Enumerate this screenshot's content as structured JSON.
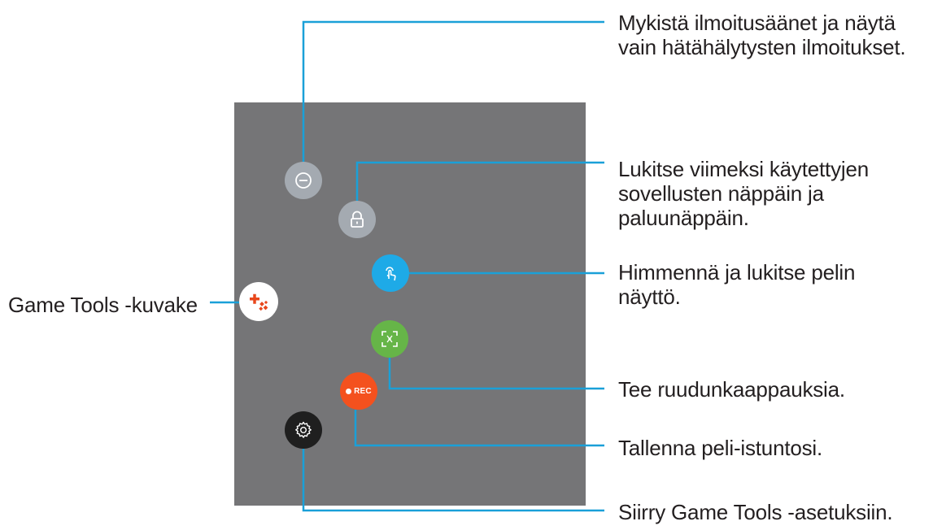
{
  "colors": {
    "panel": "#757577",
    "callout_line": "#1aa0d8",
    "dnd_button": "#a4aab1",
    "lock_button": "#a4aab1",
    "touch_button": "#1eaae7",
    "screenshot_button": "#66b548",
    "record_button": "#f4511e",
    "settings_button": "#1f1f1f",
    "game_tools_icon": "#ffffff"
  },
  "buttons": {
    "dnd": {
      "icon": "minus-circle-icon"
    },
    "lock": {
      "icon": "lock-icon"
    },
    "touch": {
      "icon": "touch-lock-icon"
    },
    "screenshot": {
      "icon": "capture-frame-icon"
    },
    "record": {
      "icon": "record-icon",
      "label": "REC"
    },
    "settings": {
      "icon": "gear-icon"
    },
    "game_tools": {
      "icon": "game-tools-icon"
    }
  },
  "callouts": {
    "mute": [
      "Mykistä ilmoitusäänet ja näytä",
      "vain hätähälytysten ilmoitukset."
    ],
    "lock_keys": [
      "Lukitse viimeksi käytettyjen",
      "sovellusten näppäin ja",
      "paluunäppäin."
    ],
    "dim": [
      "Himmennä ja lukitse pelin",
      "näyttö."
    ],
    "screenshot": "Tee ruudunkaappauksia.",
    "record": "Tallenna peli-istuntosi.",
    "settings": "Siirry Game Tools -asetuksiin.",
    "game_tools": "Game Tools -kuvake"
  }
}
